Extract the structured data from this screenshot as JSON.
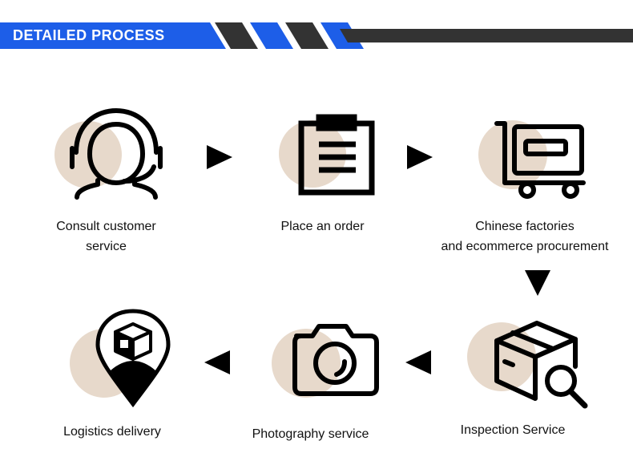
{
  "header": {
    "title": "DETAILED PROCESS"
  },
  "colors": {
    "blue": "#1d5ee8",
    "dark": "#333333",
    "circle": "#e7d9cb",
    "icon": "#000000"
  },
  "steps": [
    {
      "icon": "customer-service-headset-icon",
      "line1": "Consult customer",
      "line2": "service"
    },
    {
      "icon": "clipboard-icon",
      "line1": "Place an order",
      "line2": ""
    },
    {
      "icon": "shopping-cart-icon",
      "line1": "Chinese factories",
      "line2": "and ecommerce procurement"
    },
    {
      "icon": "box-magnifier-icon",
      "line1": "Inspection Service",
      "line2": ""
    },
    {
      "icon": "camera-icon",
      "line1": "Photography service",
      "line2": ""
    },
    {
      "icon": "location-pin-box-icon",
      "line1": "Logistics delivery",
      "line2": ""
    }
  ]
}
